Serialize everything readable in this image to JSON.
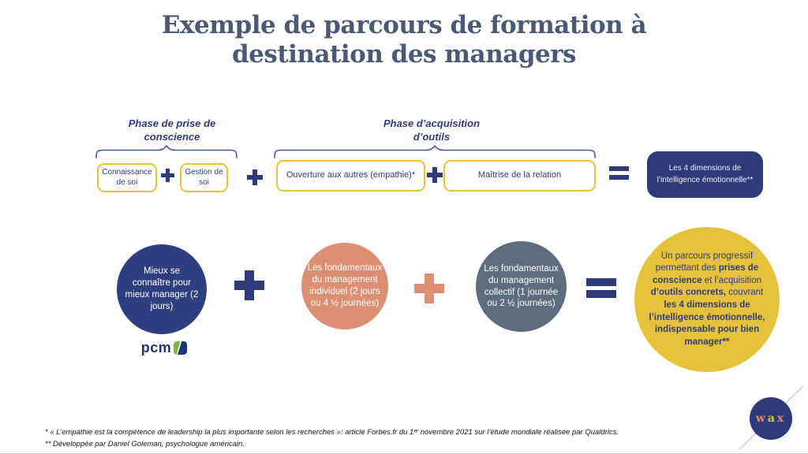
{
  "slide": {
    "title": "Exemple de parcours de formation à destination des managers"
  },
  "phases": {
    "phase1": {
      "label": "Phase de prise de conscience",
      "box1": "Connaissance de soi",
      "box2": "Gestion de soi"
    },
    "phase2": {
      "label": "Phase d’acquisition d’outils",
      "box1": "Ouverture aux autres (empathie)*",
      "box2": "Maîtrise de la relation"
    },
    "result": "Les 4 dimensions de l’intelligence émotionnelle**"
  },
  "programs": {
    "circle1": "Mieux se connaître pour mieux manager (2 jours)",
    "circle2": "Les fondamentaux du management individuel (2 jours ou 4 ½ journées)",
    "circle3": "Les fondamentaux du management collectif (1 journée ou 2 ½ journées)",
    "circle4": {
      "s1": "Un parcours progressif  permettant des ",
      "s2": "prises de conscience",
      "s3": " et l’acquisition ",
      "s4": "d’outils concrets,",
      "s5": " couvrant ",
      "s6": "les 4 dimensions de l’intelligence émotionnelle, indispensable pour bien manager**"
    }
  },
  "logos": {
    "pcm": "pcm",
    "wax": {
      "w": "w",
      "a": "a",
      "x": "x"
    }
  },
  "footnotes": {
    "line1": "* « L’empathie est  la compétence de leadership la plus importante selon les recherches »: article Forbes.fr du 1ᵉʳ novembre 2021 sur l’étude mondiale réalisée par Qualdrics.",
    "line2": "** Développée par Daniel Goleman, psychologue américain."
  },
  "colors": {
    "navy": "#2e3b7b",
    "navy_circle": "#2e3f80",
    "salmon": "#dd8f74",
    "slate_gray_circle": "#5d6c7e",
    "yellow_circle": "#e6c23a",
    "yellow_box_border": "#edc42f",
    "title_slate": "#4a5a75",
    "brace_blue": "#4456a2",
    "pcm_green": "#76b844"
  }
}
